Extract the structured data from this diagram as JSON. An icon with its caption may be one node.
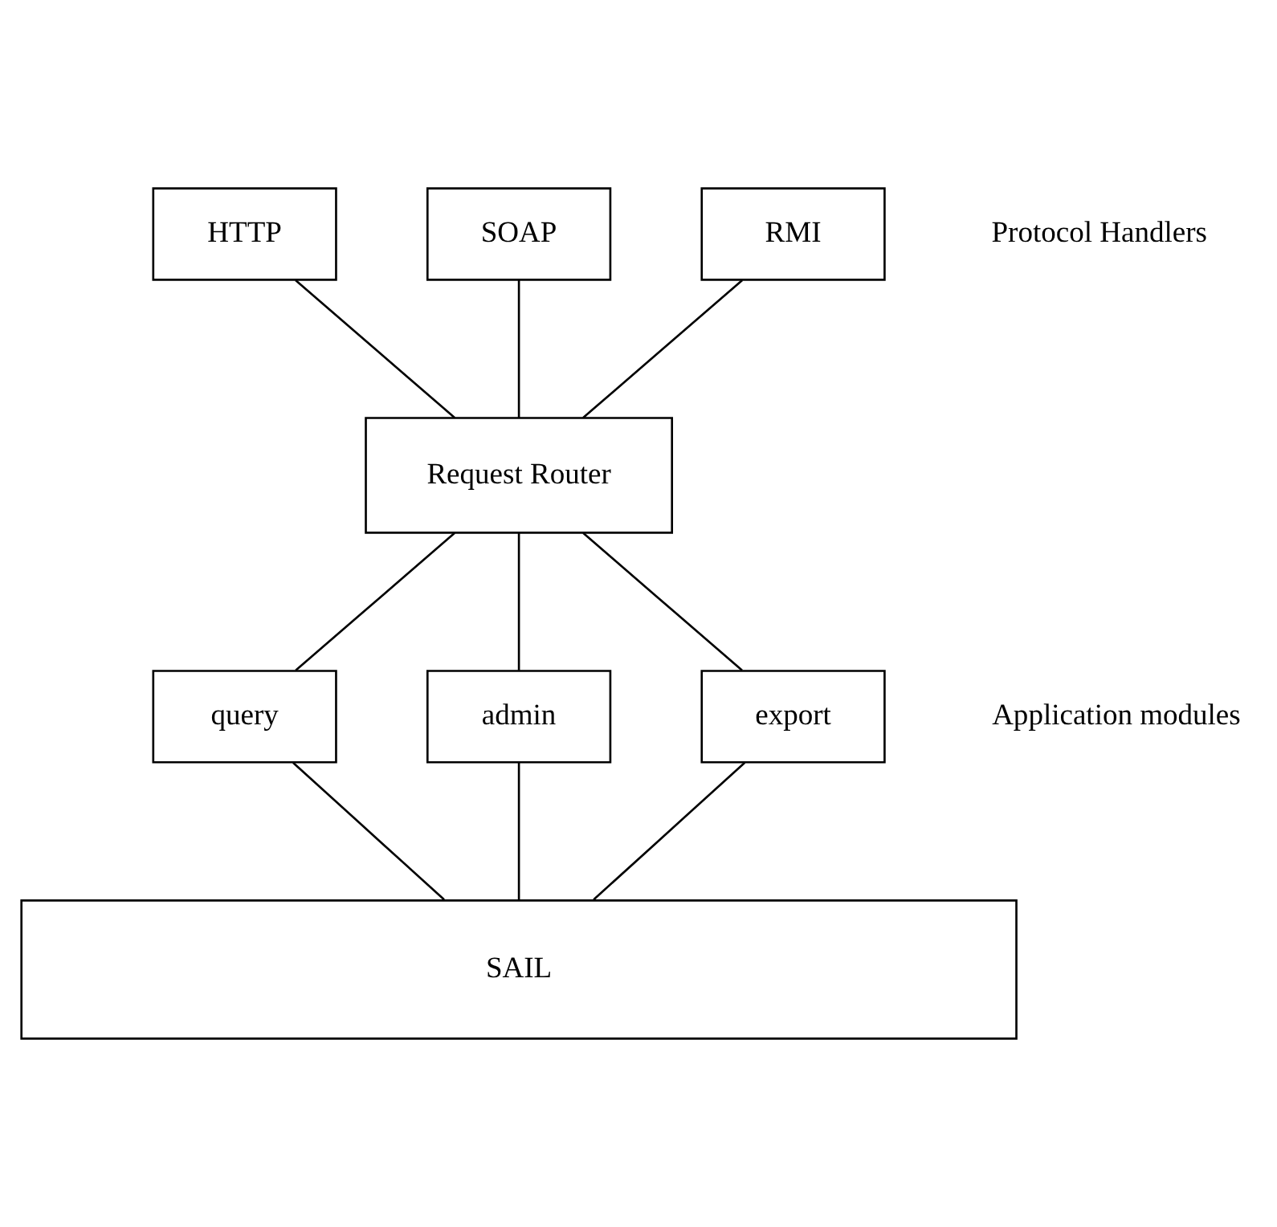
{
  "diagram": {
    "nodes": [
      {
        "text": [
          "HTTP"
        ]
      },
      {
        "text": [
          "SOAP"
        ]
      },
      {
        "text": [
          "RMI"
        ]
      },
      {
        "text": [
          "Request Router"
        ]
      },
      {
        "text": [
          "query"
        ]
      },
      {
        "text": [
          "admin"
        ]
      },
      {
        "text": [
          "export"
        ]
      },
      {
        "text": [
          "SAIL"
        ]
      }
    ],
    "edges": [
      {
        "from": 0,
        "to": 3,
        "arrow": "none"
      },
      {
        "from": 1,
        "to": 3,
        "arrow": "none"
      },
      {
        "from": 2,
        "to": 3,
        "arrow": "none"
      },
      {
        "from": 3,
        "to": 4,
        "arrow": "none"
      },
      {
        "from": 3,
        "to": 5,
        "arrow": "none"
      },
      {
        "from": 3,
        "to": 6,
        "arrow": "none"
      },
      {
        "from": 4,
        "to": 7,
        "arrow": "none"
      },
      {
        "from": 5,
        "to": 7,
        "arrow": "none"
      },
      {
        "from": 6,
        "to": 7,
        "arrow": "none"
      }
    ],
    "labels": [
      "Protocol Handlers",
      "Application modules"
    ]
  }
}
